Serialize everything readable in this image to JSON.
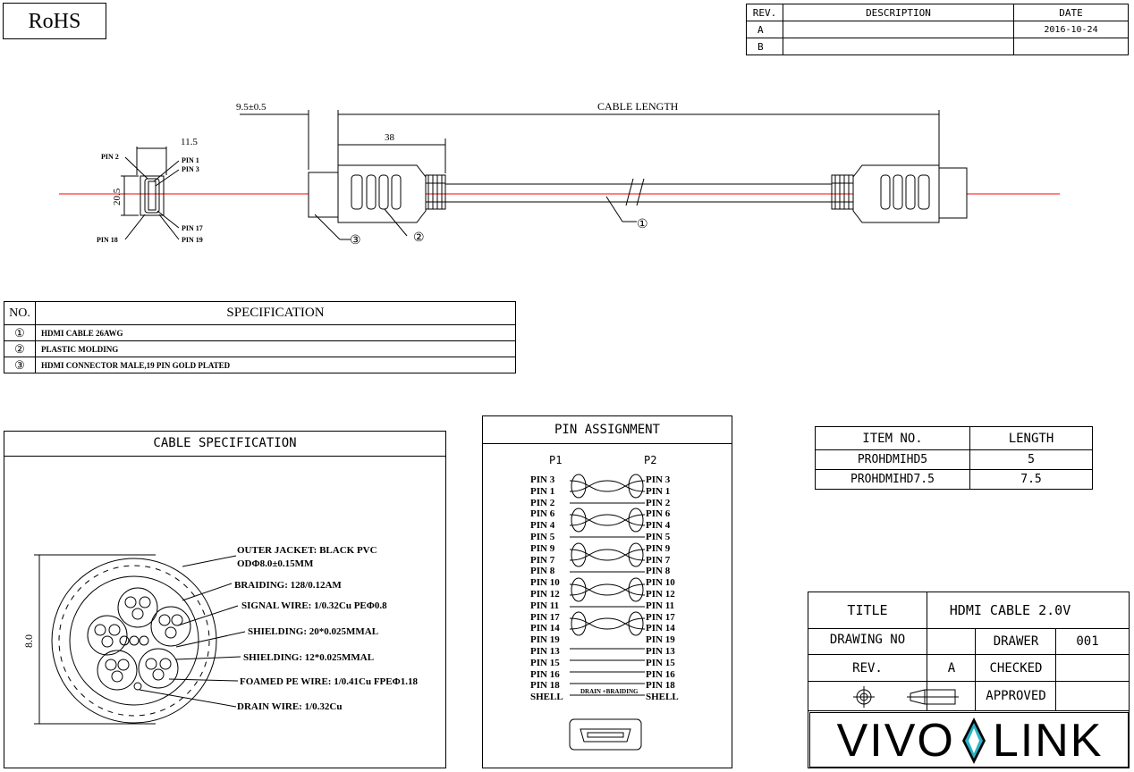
{
  "rohs": "RoHS",
  "rev_table": {
    "headers": [
      "REV.",
      "DESCRIPTION",
      "DATE"
    ],
    "rows": [
      {
        "rev": "A",
        "description": "",
        "date": "2016-10-24"
      },
      {
        "rev": "B",
        "description": "",
        "date": ""
      }
    ]
  },
  "drawing": {
    "dim_9_5": "9.5±0.5",
    "dim_cable_length": "CABLE LENGTH",
    "dim_38": "38",
    "dim_11_5": "11.5",
    "dim_20_5": "20.5",
    "callout_1": "①",
    "callout_2": "②",
    "callout_3": "③",
    "pin_labels": {
      "pin2": "PIN 2",
      "pin1": "PIN 1",
      "pin3": "PIN 3",
      "pin17": "PIN 17",
      "pin18": "PIN 18",
      "pin19": "PIN 19"
    }
  },
  "spec_table": {
    "header_no": "NO.",
    "header_spec": "SPECIFICATION",
    "rows": [
      {
        "no": "①",
        "spec": "HDMI CABLE 26AWG"
      },
      {
        "no": "②",
        "spec": "PLASTIC MOLDING"
      },
      {
        "no": "③",
        "spec": "HDMI CONNECTOR MALE,19 PIN GOLD PLATED"
      }
    ]
  },
  "cable_spec": {
    "title": "CABLE SPECIFICATION",
    "dim_8": "8.0",
    "labels": [
      "OUTER JACKET: BLACK PVC",
      "ODΦ8.0±0.15MM",
      "BRAIDING: 128/0.12AM",
      "SIGNAL WIRE: 1/0.32Cu PEΦ0.8",
      "SHIELDING: 20*0.025MMAL",
      "SHIELDING: 12*0.025MMAL",
      "FOAMED PE WIRE: 1/0.41Cu FPEΦ1.18",
      "DRAIN WIRE: 1/0.32Cu"
    ]
  },
  "pin_assignment": {
    "title": "PIN ASSIGNMENT",
    "p1": "P1",
    "p2": "P2",
    "pins": [
      "PIN 3",
      "PIN 1",
      "PIN 2",
      "PIN 6",
      "PIN 4",
      "PIN 5",
      "PIN 9",
      "PIN 7",
      "PIN 8",
      "PIN 10",
      "PIN 12",
      "PIN 11",
      "PIN 17",
      "PIN 14",
      "PIN 19",
      "PIN 13",
      "PIN 15",
      "PIN 16",
      "PIN 18",
      "SHELL"
    ],
    "drain_label": "DRAIN +BRAIDING"
  },
  "item_table": {
    "headers": [
      "ITEM NO.",
      "LENGTH"
    ],
    "rows": [
      {
        "item": "PROHDMIHD5",
        "length": "5"
      },
      {
        "item": "PROHDMIHD7.5",
        "length": "7.5"
      }
    ]
  },
  "title_block": {
    "title_label": "TITLE",
    "title_value": "HDMI CABLE 2.0V",
    "drawing_no_label": "DRAWING NO",
    "drawing_no_value": "",
    "drawer_label": "DRAWER",
    "drawer_value": "001",
    "rev_label": "REV.",
    "rev_value": "A",
    "checked_label": "CHECKED",
    "approved_label": "APPROVED",
    "logo_text_left": "VIVO",
    "logo_text_right": "LINK"
  },
  "colors": {
    "centerline": "#ff0000",
    "logo_diamond": "#2ab3c5"
  }
}
